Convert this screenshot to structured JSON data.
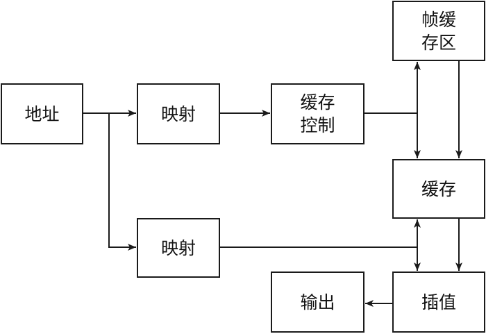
{
  "nodes": {
    "address": {
      "lines": [
        "地址"
      ]
    },
    "map_top": {
      "lines": [
        "映射"
      ]
    },
    "cache_control": {
      "lines": [
        "缓存",
        "控制"
      ]
    },
    "frame_buffer": {
      "lines": [
        "帧缓",
        "存区"
      ]
    },
    "cache": {
      "lines": [
        "缓存"
      ]
    },
    "map_bottom": {
      "lines": [
        "映射"
      ]
    },
    "interpolation": {
      "lines": [
        "插值"
      ]
    },
    "output": {
      "lines": [
        "输出"
      ]
    }
  },
  "edges": [
    {
      "from": "address",
      "to": "map_top"
    },
    {
      "from": "address",
      "to": "map_bottom"
    },
    {
      "from": "map_top",
      "to": "cache_control"
    },
    {
      "from": "cache_control",
      "to": "frame_buffer",
      "direction": "bidirectional"
    },
    {
      "from": "cache_control",
      "to": "cache"
    },
    {
      "from": "frame_buffer",
      "to": "cache"
    },
    {
      "from": "map_bottom",
      "to": "cache",
      "direction": "bidirectional"
    },
    {
      "from": "map_bottom",
      "to": "interpolation"
    },
    {
      "from": "cache",
      "to": "interpolation"
    },
    {
      "from": "interpolation",
      "to": "output"
    }
  ]
}
